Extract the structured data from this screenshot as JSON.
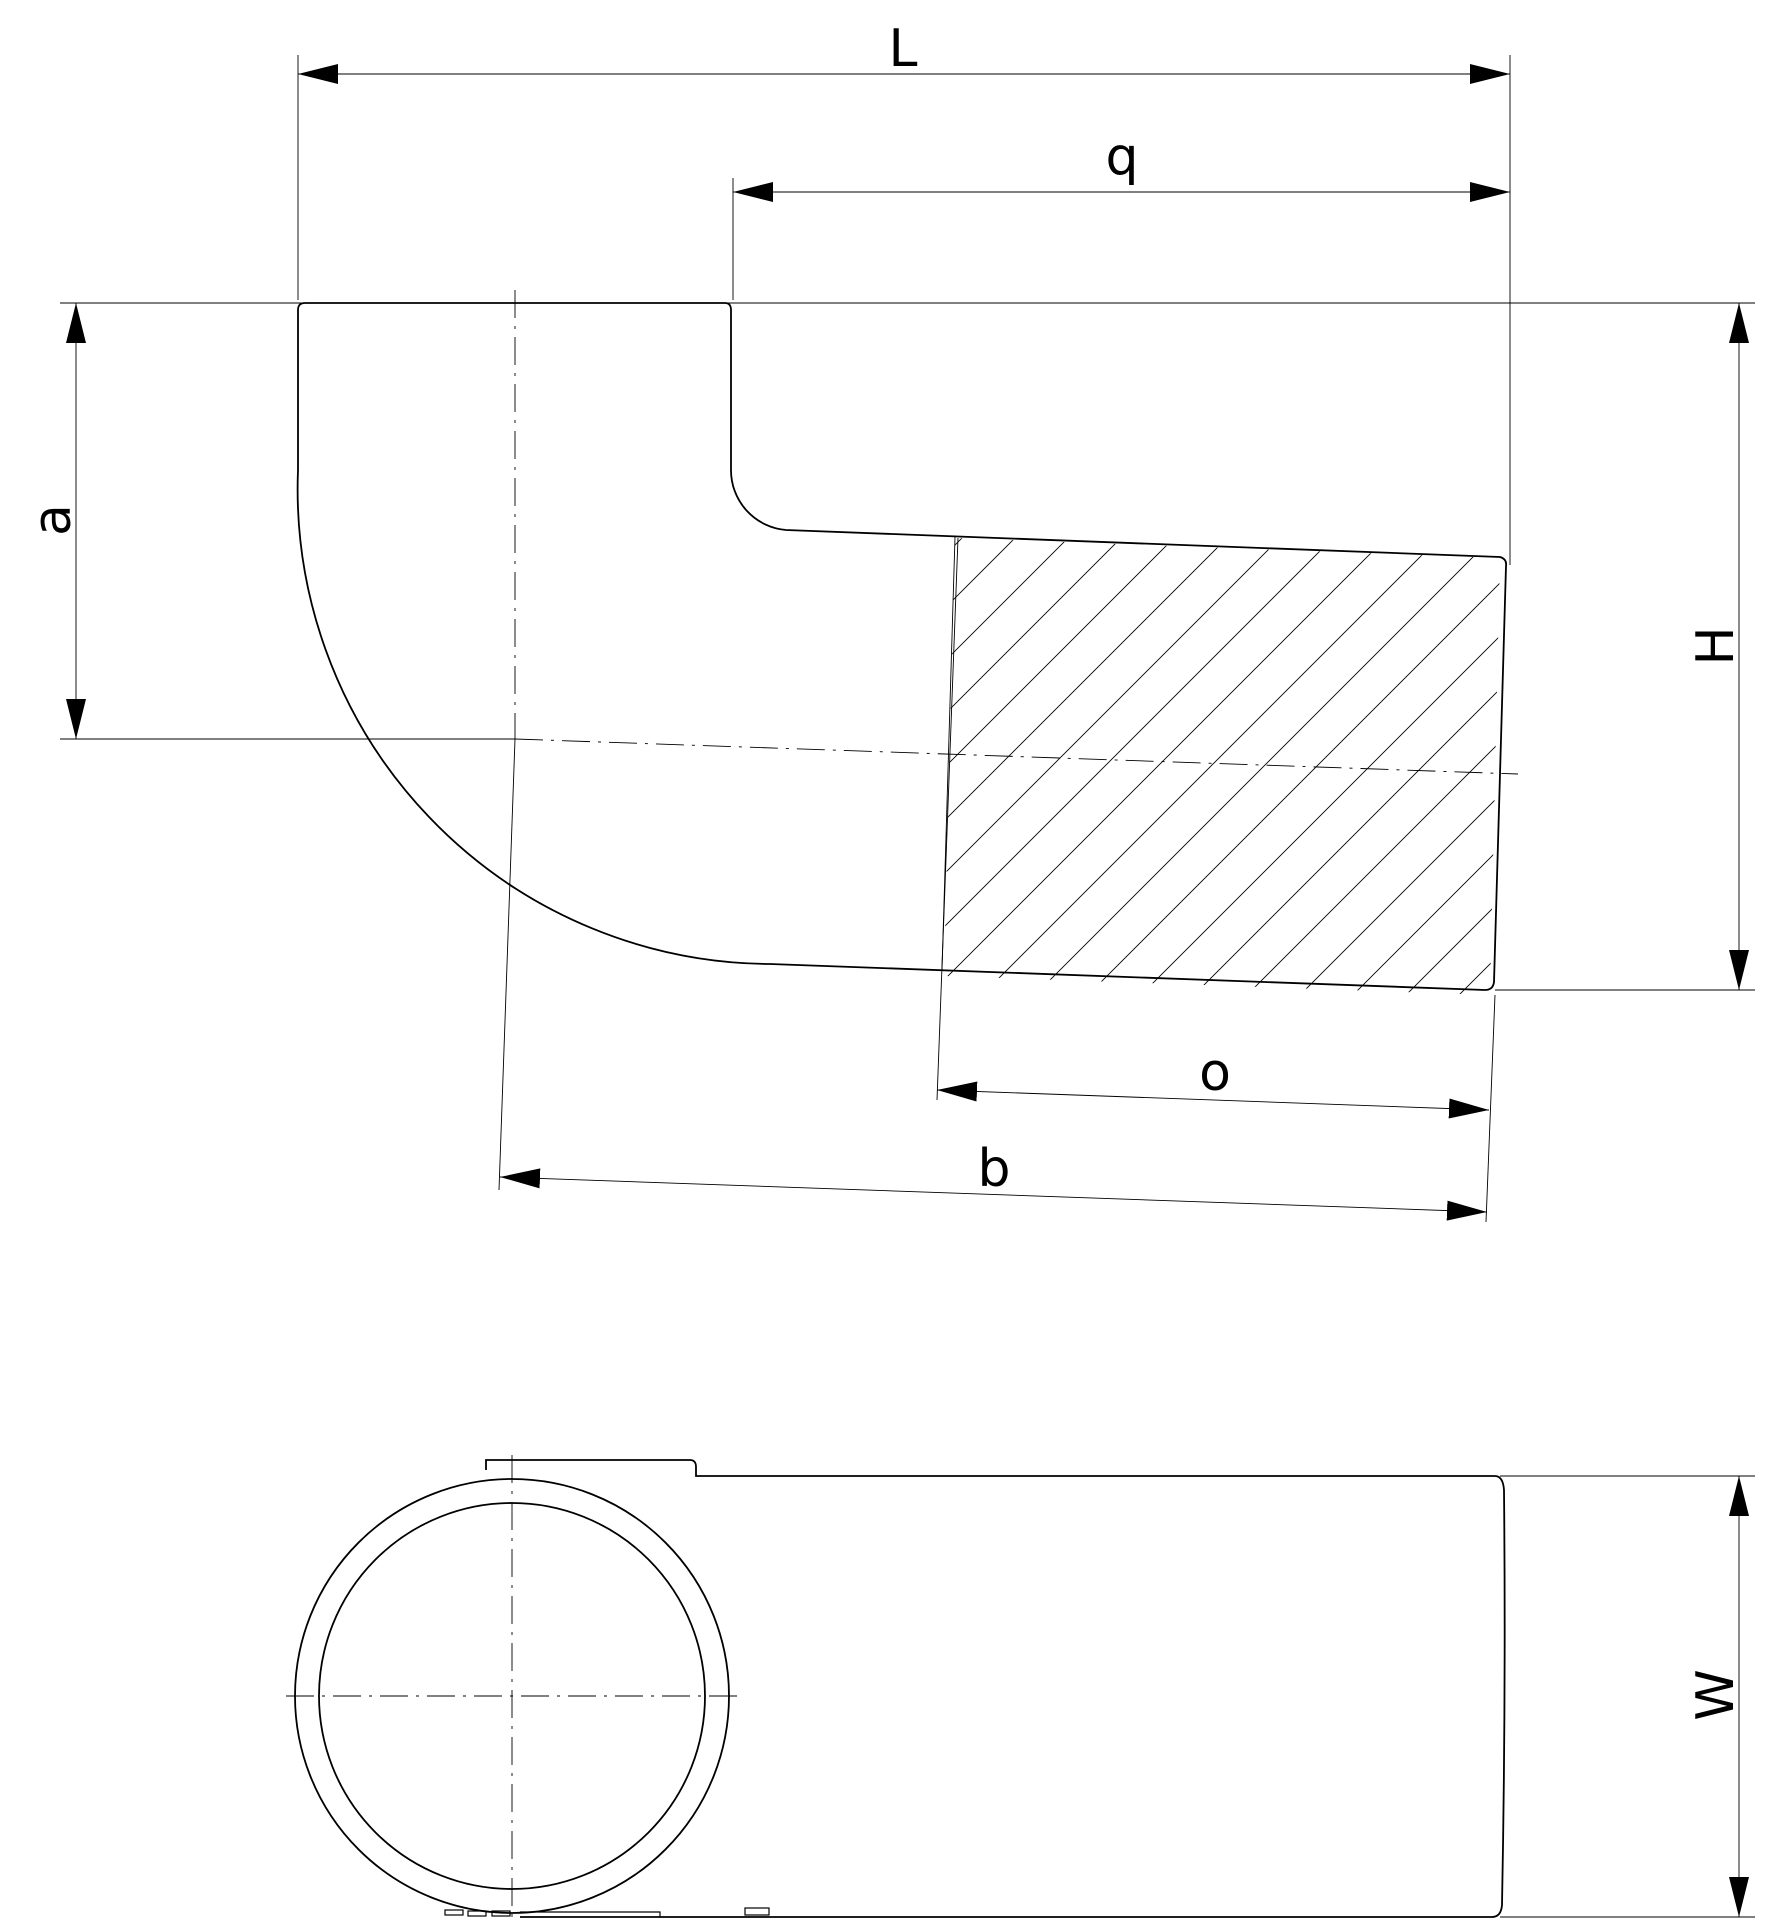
{
  "labels": {
    "L": "L",
    "q": "q",
    "a": "a",
    "H": "H",
    "o": "o",
    "b": "b",
    "W": "W"
  },
  "colors": {
    "line": "#000000",
    "background": "#ffffff"
  }
}
